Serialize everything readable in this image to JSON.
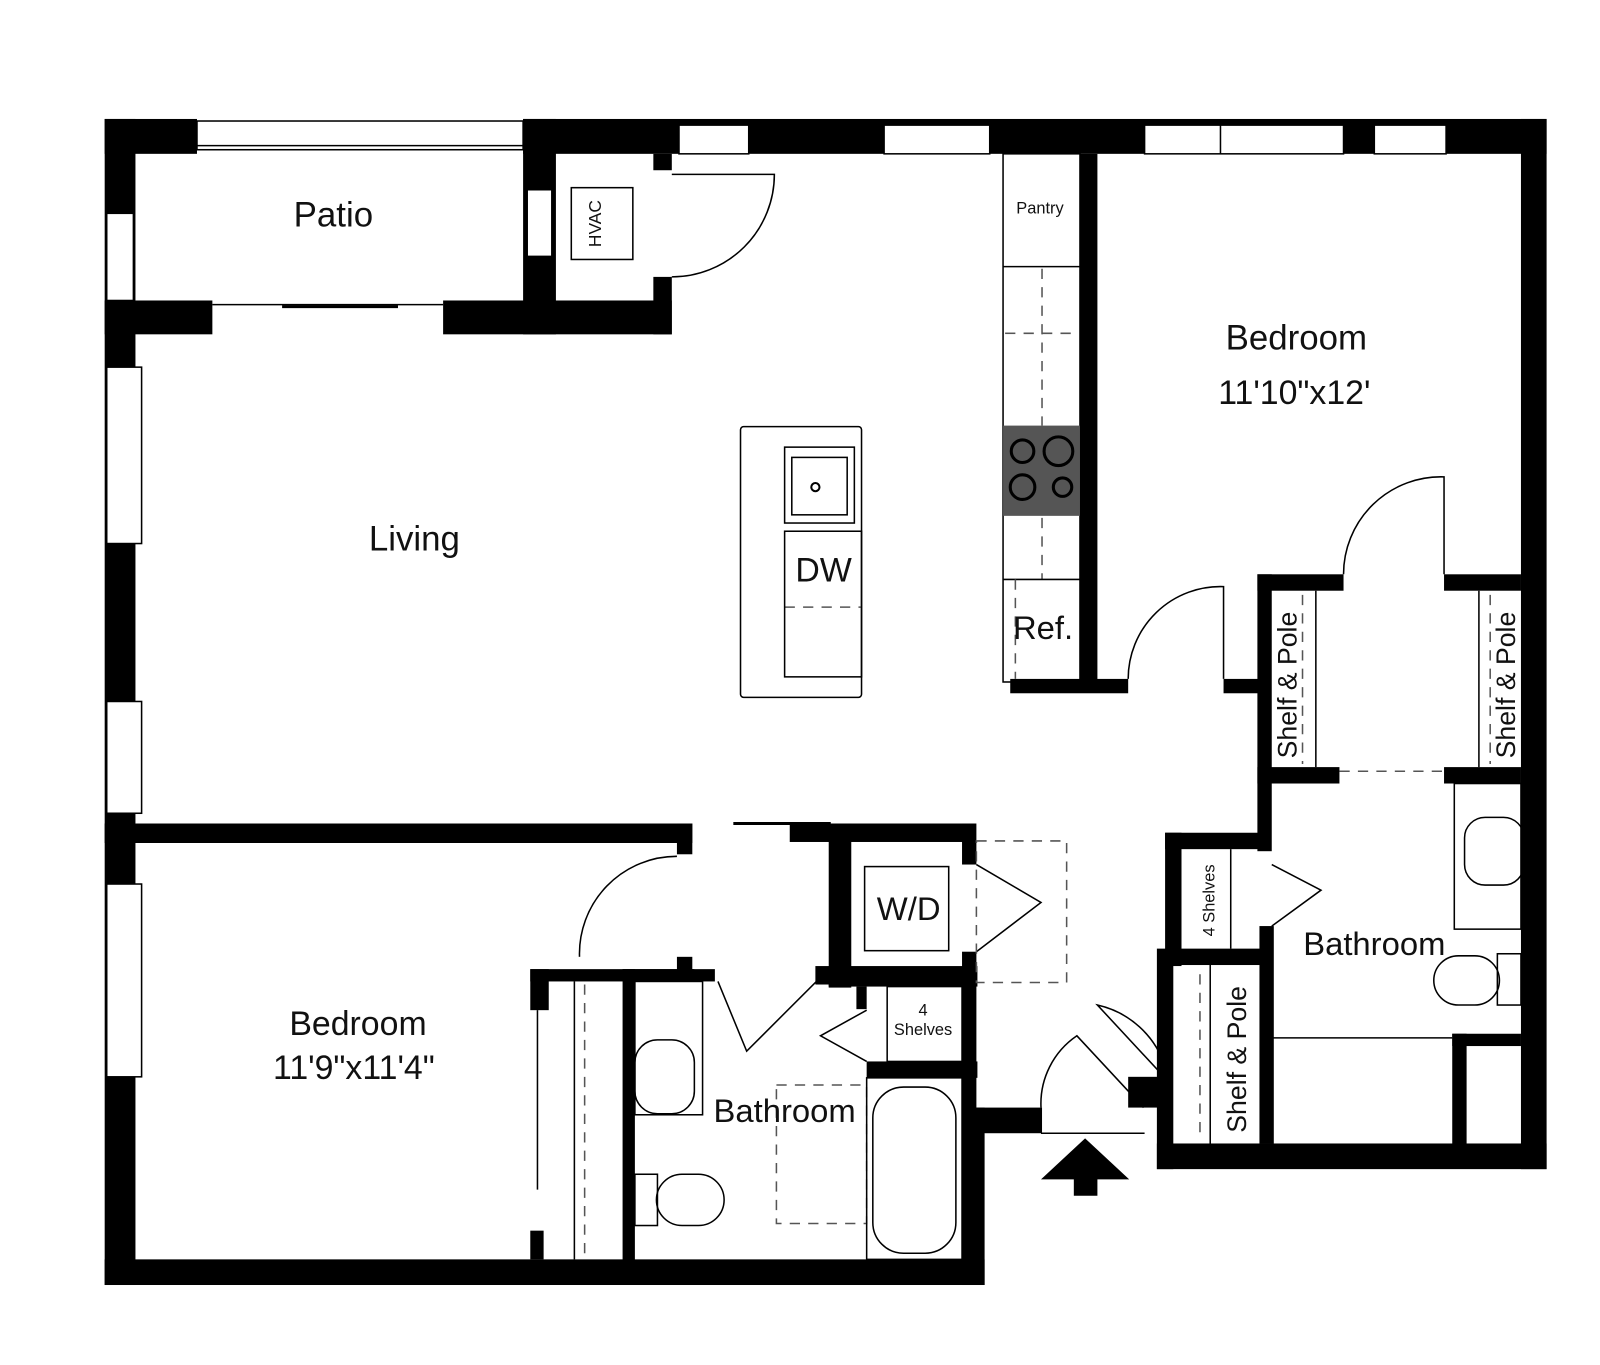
{
  "rooms": {
    "patio": "Patio",
    "hvac": "HVAC",
    "pantry": "Pantry",
    "living": "Living",
    "dishwasher": "DW",
    "refrigerator": "Ref.",
    "bedroom_main": {
      "label": "Bedroom",
      "size": "11'10\"x12'"
    },
    "bedroom_second": {
      "label": "Bedroom",
      "size": "11'9\"x11'4\""
    },
    "washer_dryer": "W/D",
    "shelves_hall": {
      "count": "4",
      "label": "Shelves"
    },
    "shelves_closet": "4 Shelves",
    "bathroom_main": "Bathroom",
    "bathroom_second": "Bathroom",
    "closet_left": "Shelf & Pole",
    "closet_right": "Shelf & Pole",
    "closet_entry": "Shelf & Pole"
  },
  "colors": {
    "wall": "#000000",
    "stove": "#555555"
  }
}
